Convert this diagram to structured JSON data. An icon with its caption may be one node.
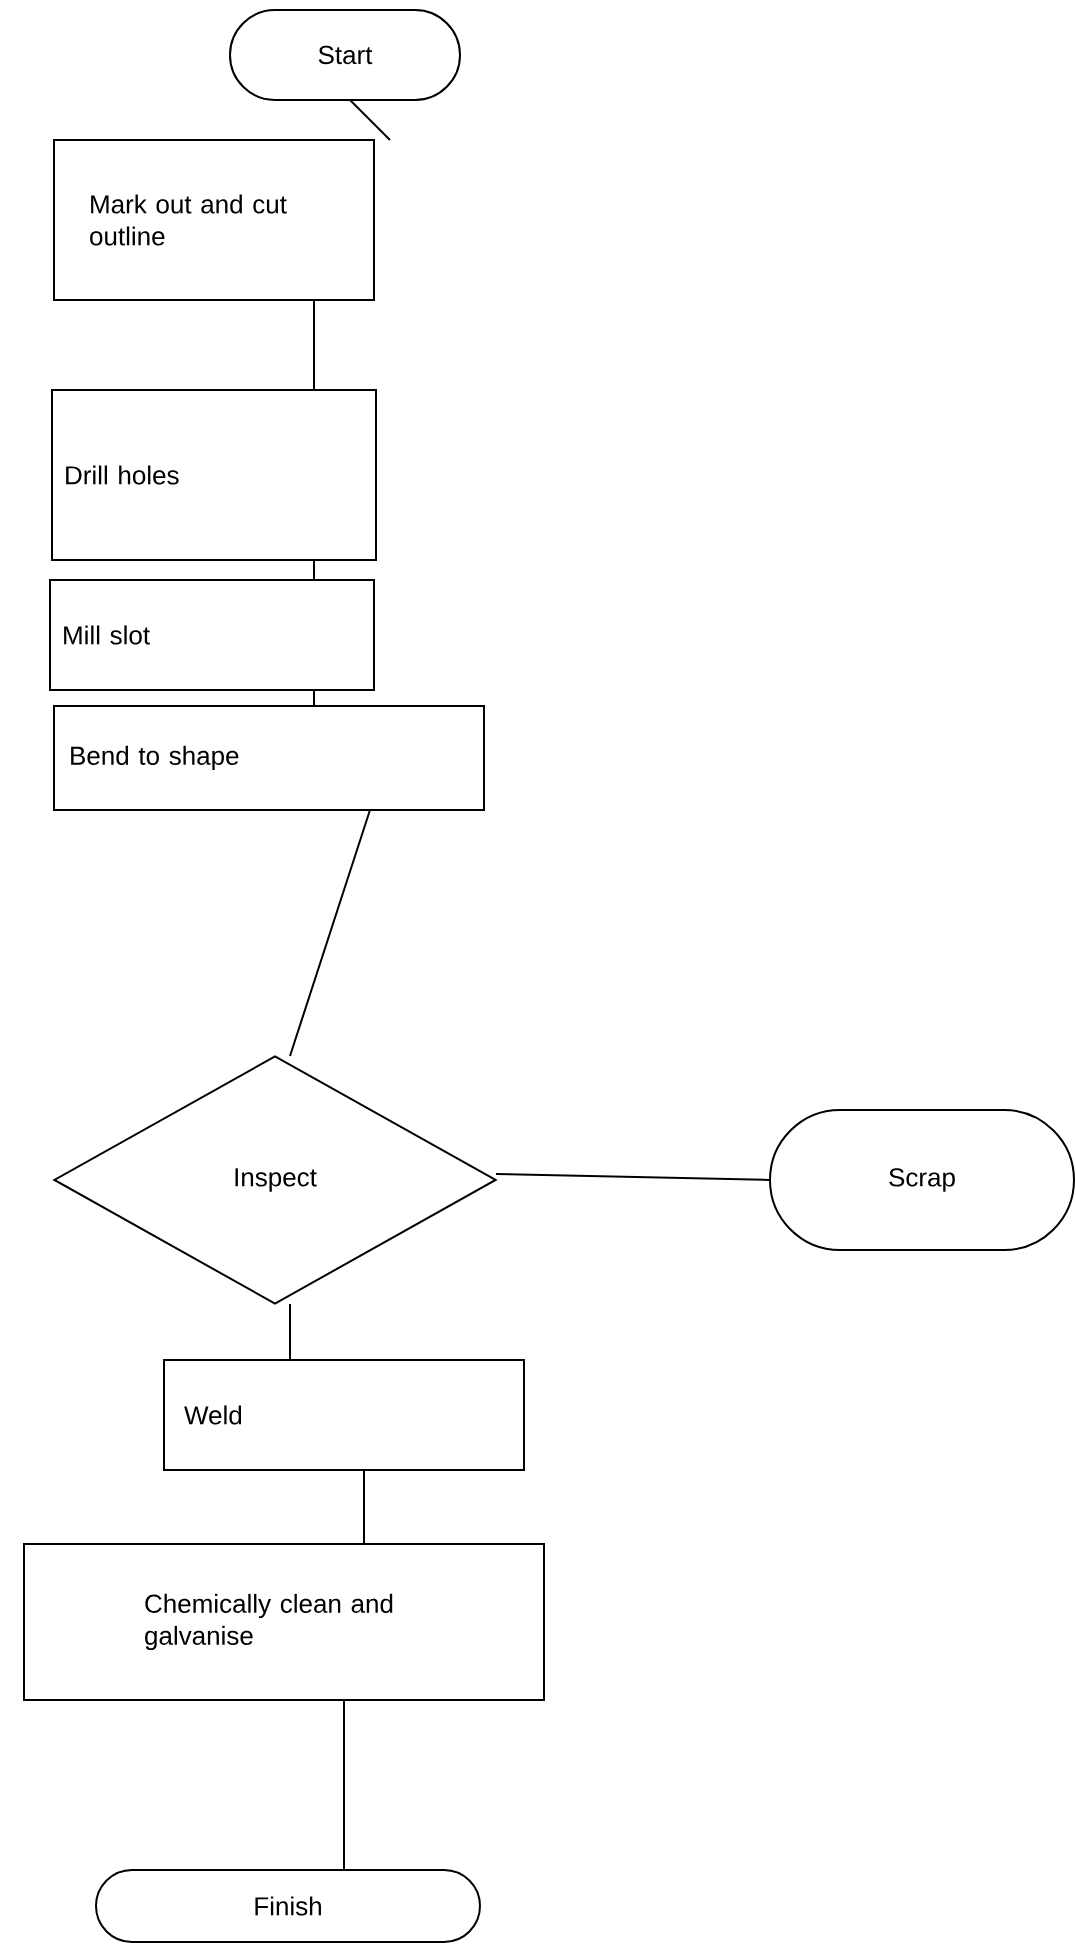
{
  "diagram": {
    "nodes": [
      {
        "text": [
          "Start"
        ]
      },
      {
        "text": [
          "Mark out and cut outline"
        ]
      },
      {
        "text": [
          "Drill holes"
        ]
      },
      {
        "text": [
          "Mill slot"
        ]
      },
      {
        "text": [
          "Bend to shape"
        ]
      },
      {
        "text": [
          "Inspect"
        ]
      },
      {
        "text": [
          "Scrap"
        ]
      },
      {
        "text": [
          "Weld"
        ]
      },
      {
        "text": [
          "Chemically clean and galvanise"
        ]
      },
      {
        "text": [
          "Finish"
        ]
      }
    ],
    "edges": [
      {
        "from": 0,
        "to": 1,
        "arrow": "none"
      },
      {
        "from": 1,
        "to": 2,
        "arrow": "none"
      },
      {
        "from": 2,
        "to": 3,
        "arrow": "none"
      },
      {
        "from": 3,
        "to": 4,
        "arrow": "none"
      },
      {
        "from": 4,
        "to": 5,
        "arrow": "none"
      },
      {
        "from": 5,
        "to": 6,
        "arrow": "none"
      },
      {
        "from": 5,
        "to": 7,
        "arrow": "none"
      },
      {
        "from": 7,
        "to": 8,
        "arrow": "none"
      },
      {
        "from": 8,
        "to": 9,
        "arrow": "none"
      }
    ]
  }
}
